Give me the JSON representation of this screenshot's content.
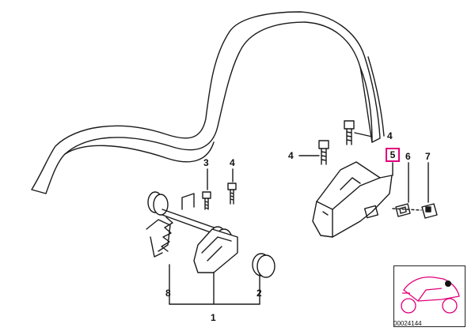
{
  "diagram": {
    "callouts": {
      "c1": "1",
      "c2": "2",
      "c3": "3",
      "c4_left": "4",
      "c4_mid": "4",
      "c4_top": "4",
      "c5": "5",
      "c6": "6",
      "c7": "7",
      "c8": "8"
    },
    "highlight_color": "#e0007a",
    "reference_code": "00024144"
  }
}
